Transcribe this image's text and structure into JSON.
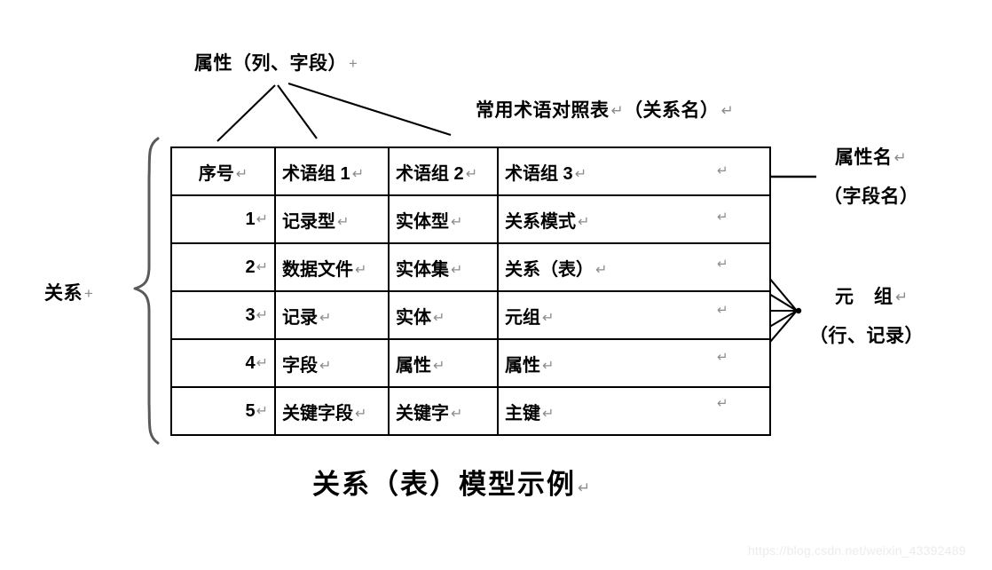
{
  "diagram": {
    "caption": "关系（表）模型示例",
    "caption_mark": "↵",
    "attribute_label": "属性（列、字段）",
    "attribute_label_mark": "+",
    "title": "常用术语对照表",
    "title_mark": "↵",
    "title_suffix": "（关系名）",
    "title_suffix_mark": "↵",
    "relation_label": "关系",
    "relation_label_mark": "+",
    "attr_name_label": "属性名",
    "attr_name_mark": "↵",
    "field_name_label": "（字段名）",
    "tuple_label": "元　组",
    "tuple_mark": "↵",
    "row_record_label": "（行、记录）",
    "return_mark": "↵",
    "watermark": "https://blog.csdn.net/weixin_43392489",
    "line_color": "#000000",
    "border_color": "#000000",
    "mark_color": "#8c8c8c"
  },
  "table": {
    "headers": [
      "序号",
      "术语组 1",
      "术语组 2",
      "术语组 3"
    ],
    "rows": [
      [
        "1",
        "记录型",
        "实体型",
        "关系模式"
      ],
      [
        "2",
        "数据文件",
        "实体集",
        "关系（表）"
      ],
      [
        "3",
        "记录",
        "实体",
        "元组"
      ],
      [
        "4",
        "字段",
        "属性",
        "属性"
      ],
      [
        "5",
        "关键字段",
        "关键字",
        "主键"
      ]
    ]
  }
}
